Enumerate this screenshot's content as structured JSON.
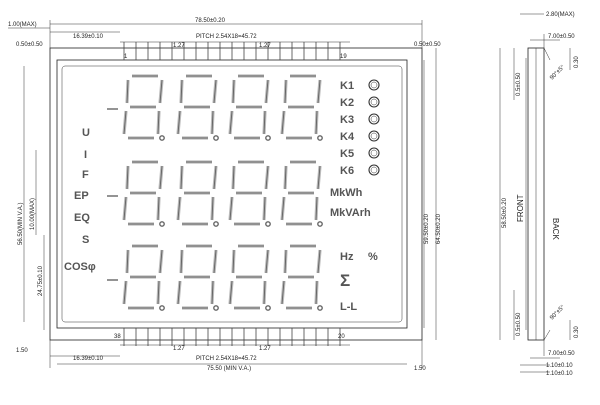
{
  "front_view": {
    "top_dims": {
      "max_thickness": "1.00(MAX)",
      "overall_width": "78.50±0.20",
      "left_margin": "16.39±0.10",
      "pin_spacing_small": "1.27",
      "pitch": "PITCH 2.54X18=45.72",
      "pin_spacing_small_2": "1.27",
      "left_offset": "0.50±0.50",
      "right_offset": "0.50±0.50",
      "pin_1": "1",
      "pin_19": "19"
    },
    "bottom_dims": {
      "pin_38": "38",
      "pin_20": "20",
      "pin_spacing_small": "1.27",
      "pin_spacing_small_2": "1.27",
      "left_margin": "16.39±0.10",
      "pitch": "PITCH 2.54X18=45.72",
      "view_area_width": "75.50 (MIN V.A.)",
      "left_edge": "1.50",
      "right_edge": "1.50"
    },
    "left_dims": {
      "view_area_height": "56.50(MIN V.A.)",
      "max_height": "10.00(MAX)",
      "pin_offset": "24.75±0.10"
    },
    "right_dims": {
      "inner_height": "59.50±0.20",
      "outer_height": "64.50±0.20"
    },
    "indicators": [
      "K1",
      "K2",
      "K3",
      "K4",
      "K5",
      "K6"
    ],
    "left_labels": [
      "U",
      "I",
      "F",
      "EP",
      "EQ",
      "S",
      "COSφ"
    ],
    "unit_labels": {
      "energy": "MkWh",
      "reactive": "MkVArh",
      "freq": "Hz",
      "percent": "%",
      "sum": "Σ",
      "line": "L-L"
    }
  },
  "side_view": {
    "max_thickness": "2.80(MAX)",
    "top_offset": "7.00±0.50",
    "angle_top": "90°±5°",
    "pin_len_top": "0.5±0.50",
    "height": "58.50±0.20",
    "front_label": "FRONT",
    "back_label": "BACK",
    "pin_len_bottom": "0.5±0.50",
    "angle_bottom": "90°±5°",
    "bottom_offset": "7.00±0.50",
    "thickness_1": "1.10±0.10",
    "thickness_2": "1.10±0.10",
    "lead_thickness_top": "0.30",
    "lead_thickness_bottom": "0.30"
  }
}
